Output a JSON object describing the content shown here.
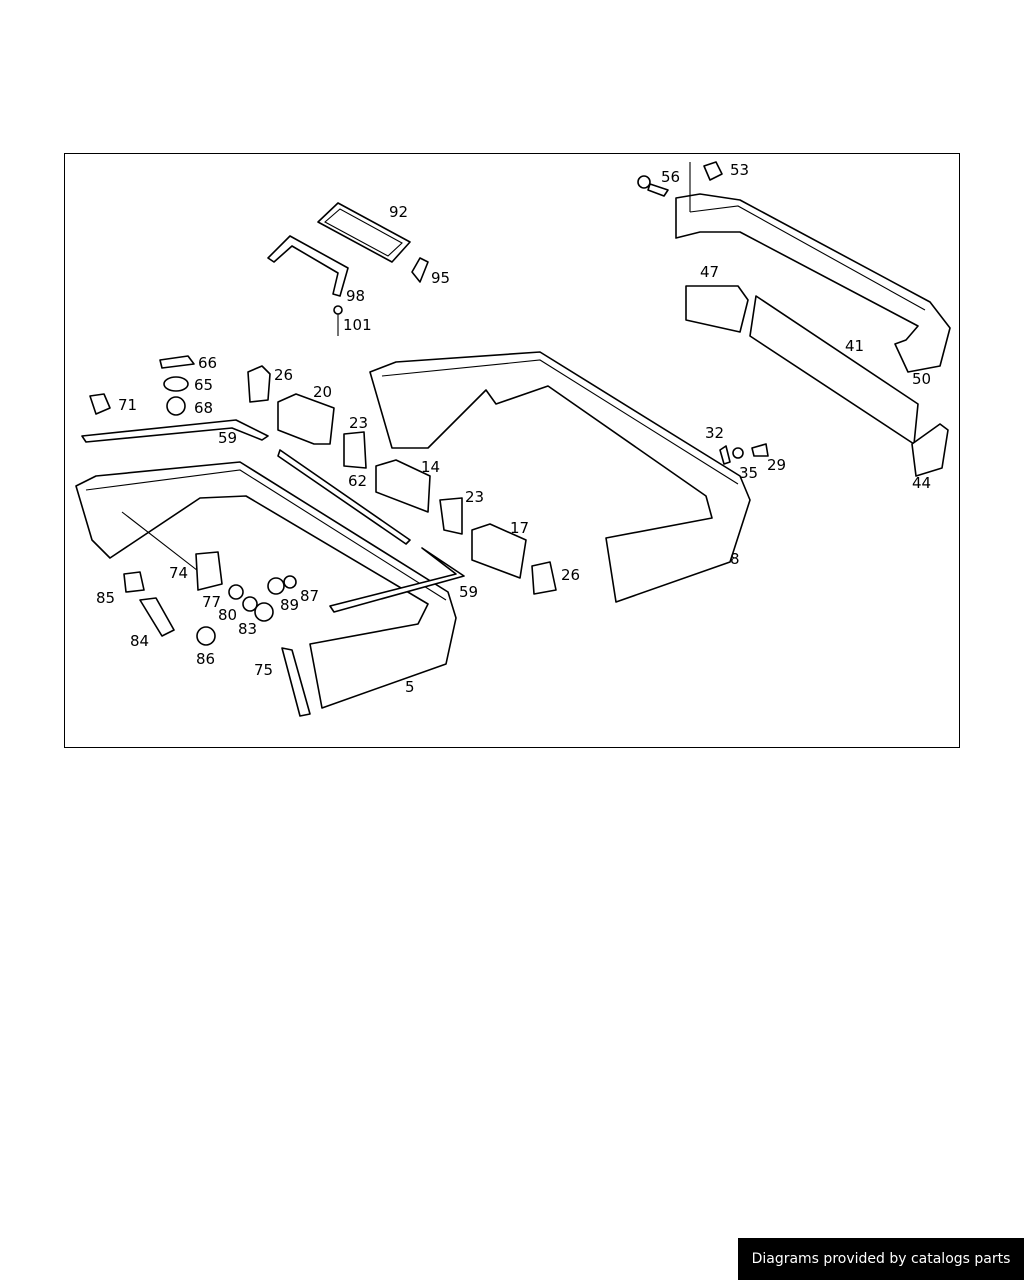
{
  "diagram": {
    "callouts": [
      "92",
      "95",
      "98",
      "101",
      "56",
      "53",
      "47",
      "41",
      "50",
      "44",
      "66",
      "65",
      "68",
      "71",
      "26",
      "20",
      "23",
      "62",
      "14",
      "59",
      "32",
      "35",
      "29",
      "8",
      "74",
      "85",
      "77",
      "80",
      "83",
      "89",
      "87",
      "84",
      "86",
      "75",
      "5",
      "17",
      "59",
      "23",
      "26"
    ]
  },
  "footer": {
    "text": "Diagrams provided by catalogs parts"
  }
}
